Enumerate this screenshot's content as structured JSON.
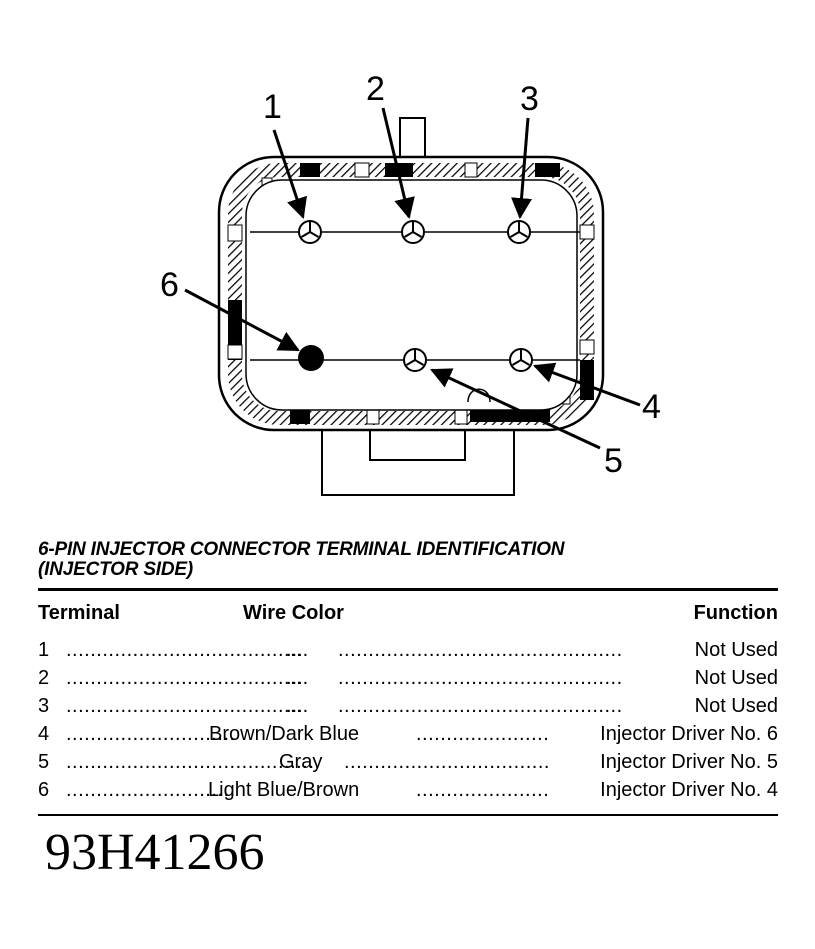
{
  "diagram": {
    "callouts": [
      "1",
      "2",
      "3",
      "4",
      "5",
      "6"
    ]
  },
  "table": {
    "title_line1": "6-PIN INJECTOR CONNECTOR TERMINAL IDENTIFICATION",
    "title_line2": "(INJECTOR SIDE)",
    "headers": {
      "terminal": "Terminal",
      "wire_color": "Wire Color",
      "function": "Function"
    },
    "rows": [
      {
        "terminal": "1",
        "wire_color": "....",
        "function": "Not Used"
      },
      {
        "terminal": "2",
        "wire_color": "....",
        "function": "Not Used"
      },
      {
        "terminal": "3",
        "wire_color": "....",
        "function": "Not Used"
      },
      {
        "terminal": "4",
        "wire_color": "Brown/Dark Blue",
        "function": "Injector Driver No. 6"
      },
      {
        "terminal": "5",
        "wire_color": "Gray",
        "function": "Injector Driver No. 5"
      },
      {
        "terminal": "6",
        "wire_color": "Light Blue/Brown",
        "function": "Injector Driver No. 4"
      }
    ]
  },
  "figure_code": "93H41266"
}
